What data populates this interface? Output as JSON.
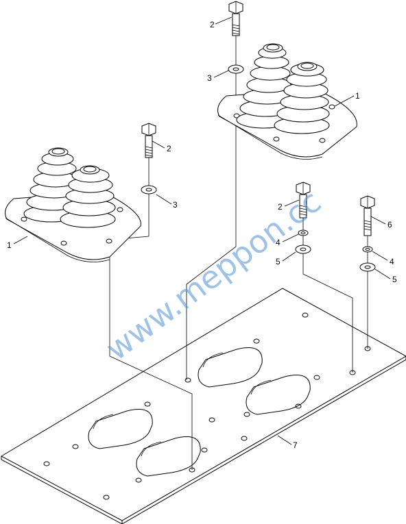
{
  "watermark": "www.meppon.cc",
  "callouts": {
    "c2_top": "2",
    "c3_top": "3",
    "c1_right": "1",
    "c2_mid": "2",
    "c3_mid": "3",
    "c1_left": "1",
    "c2_right": "2",
    "c4_a": "4",
    "c5_a": "5",
    "c6": "6",
    "c4_b": "4",
    "c5_b": "5",
    "c7": "7"
  }
}
